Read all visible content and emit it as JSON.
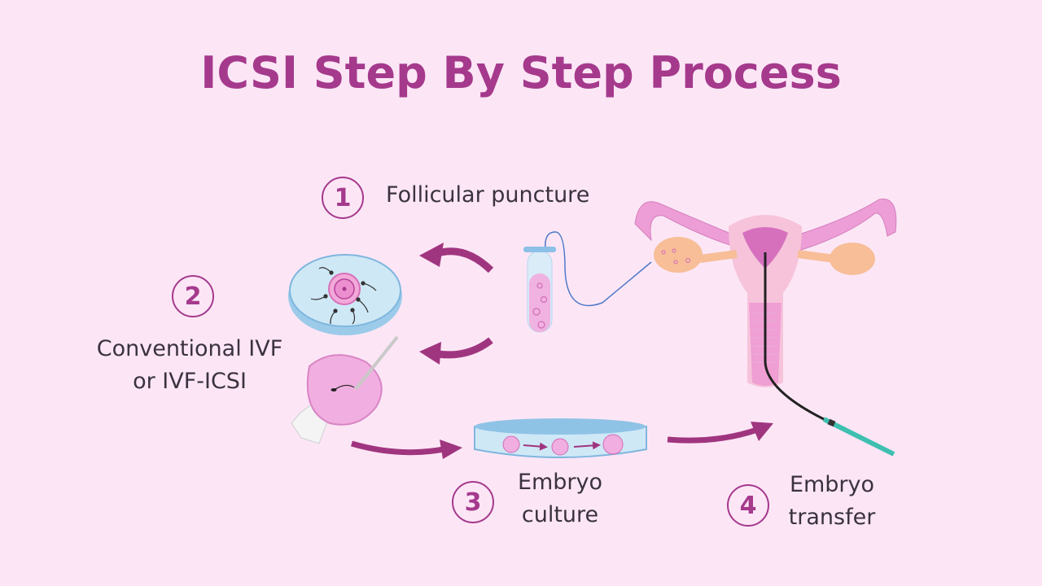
{
  "title": "ICSI Step By Step Process",
  "steps": [
    {
      "number": "1",
      "lines": [
        "Follicular puncture"
      ]
    },
    {
      "number": "2",
      "lines": [
        "Conventional IVF",
        "or IVF-ICSI"
      ]
    },
    {
      "number": "3",
      "lines": [
        "Embryo",
        "culture"
      ]
    },
    {
      "number": "4",
      "lines": [
        "Embryo",
        "transfer"
      ]
    }
  ],
  "colors": {
    "background": "#fce6f6",
    "accent": "#a5398c",
    "text": "#3b3240",
    "arrow": "#a0357f",
    "dish": "#8fc3e6"
  }
}
